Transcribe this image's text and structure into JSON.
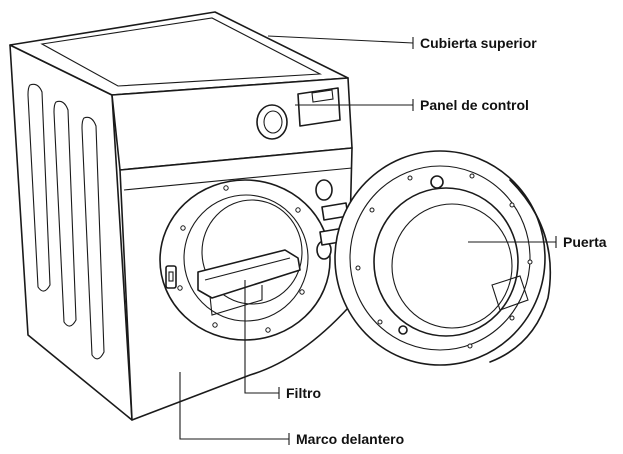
{
  "labels": {
    "top_cover": "Cubierta superior",
    "control_panel": "Panel de control",
    "door": "Puerta",
    "filter": "Filtro",
    "front_frame": "Marco delantero"
  }
}
